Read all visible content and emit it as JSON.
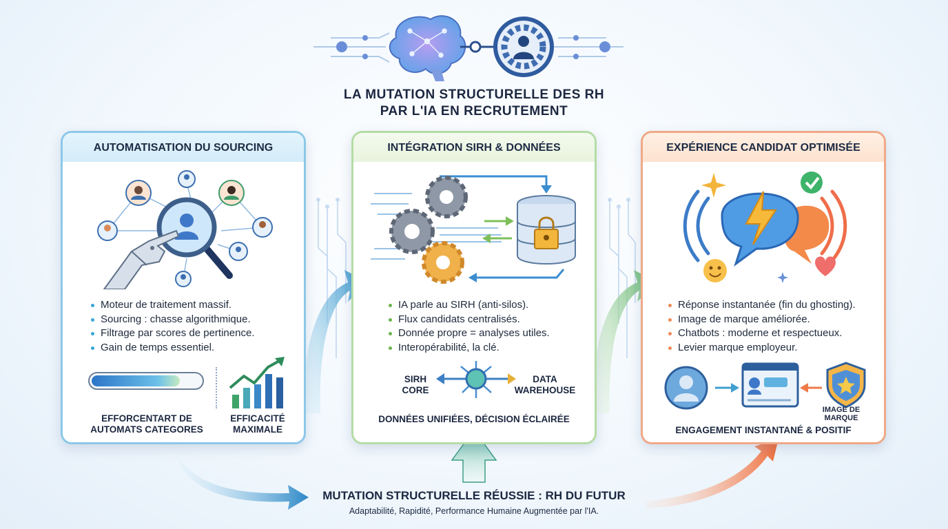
{
  "title_line1": "LA MUTATION STRUCTURELLE DES RH",
  "title_line2": "PAR L'IA EN RECRUTEMENT",
  "panels": [
    {
      "header": "AUTOMATISATION DU SOURCING",
      "bullets": [
        "Moteur de traitement massif.",
        "Sourcing : chasse algorithmique.",
        "Filtrage par scores de pertinence.",
        "Gain de temps essentiel."
      ],
      "progress_caption": "EFFORCENTART DE AUTOMATS CATEGORES",
      "progress_level": 0.82,
      "chart_caption": "EFFICACITÉ MAXIMALE",
      "accent": "#3aa5d8"
    },
    {
      "header": "INTÉGRATION SIRH & DONNÉES",
      "bullets": [
        "IA parle au SIRH (anti-silos).",
        "Flux candidats centralisés.",
        "Donnée propre = analyses utiles.",
        "Interopérabilité, la clé."
      ],
      "left_label": "SIRH CORE",
      "right_label": "DATA WAREHOUSE",
      "caption": "DONNÉES UNIFIÉES, DÉCISION ÉCLAIRÉE",
      "accent": "#6ab34c"
    },
    {
      "header": "EXPÉRIENCE CANDIDAT OPTIMISÉE",
      "bullets": [
        "Réponse instantanée (fin du ghosting).",
        "Image de marque améliorée.",
        "Chatbots : moderne et respectueux.",
        "Levier marque employeur."
      ],
      "badge_label": "IMAGE DE MARQUE",
      "caption": "ENGAGEMENT INSTANTANÉ & POSITIF",
      "accent": "#ee8a55"
    }
  ],
  "footer_title": "MUTATION STRUCTURELLE RÉUSSIE : RH DU FUTUR",
  "footer_subtitle": "Adaptabilité, Rapidité, Performance Humaine Augmentée par l'IA.",
  "icons": [
    "brain-icon",
    "gear-user-icon",
    "search-icon",
    "robot-hand-icon",
    "gears-icon",
    "database-lock-icon",
    "chat-bolt-icon",
    "user-icon",
    "profile-card-icon",
    "shield-star-icon",
    "heart-icon",
    "smiley-icon",
    "check-icon"
  ]
}
